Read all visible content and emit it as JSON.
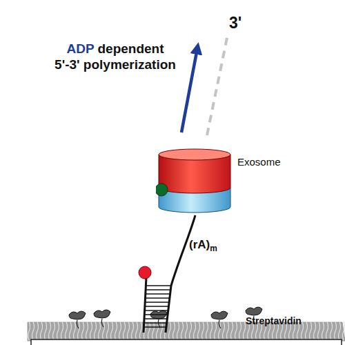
{
  "diagram": {
    "nodes": [
      {
        "text": [
          "Exosome"
        ]
      }
    ],
    "labels": [
      "ADP dependent 5'-3' polymerization",
      "3'",
      "(rA)m",
      "Streptavidin"
    ]
  }
}
